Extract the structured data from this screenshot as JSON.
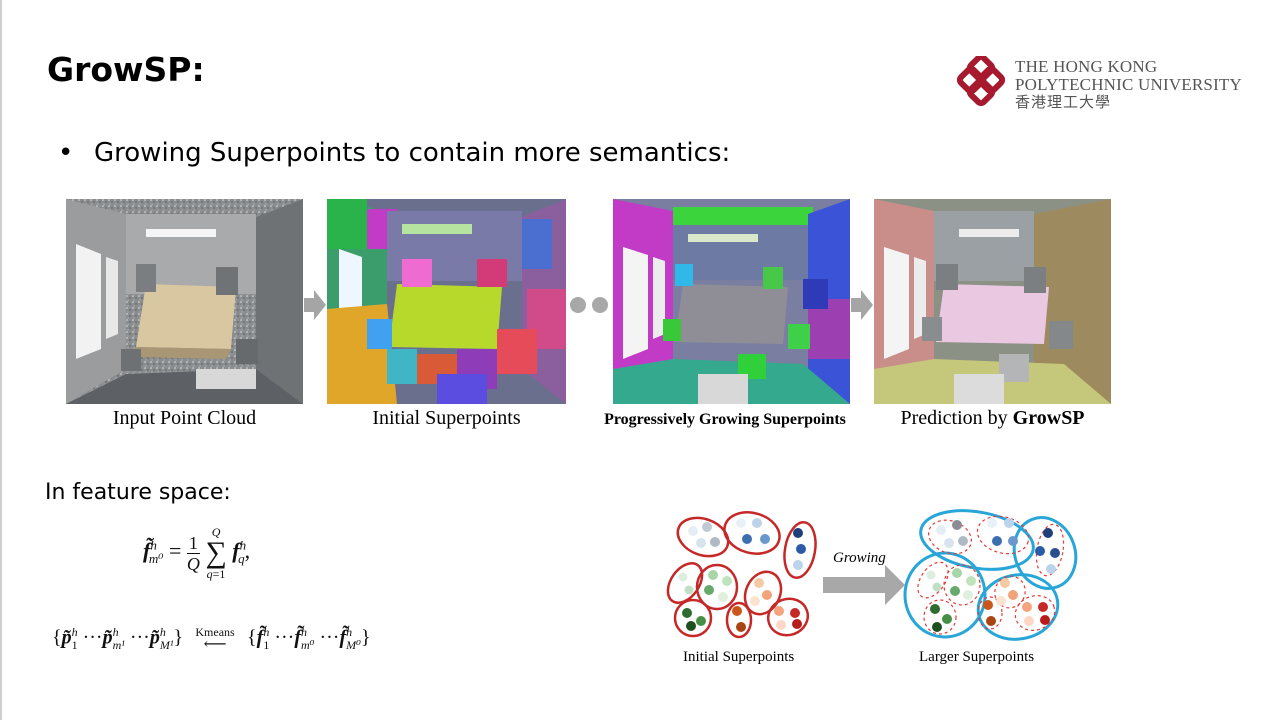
{
  "title": "GrowSP:",
  "logo": {
    "line1": "THE HONG KONG",
    "line2": "POLYTECHNIC UNIVERSITY",
    "line3": "香港理工大學",
    "color": "#a6192e"
  },
  "bullet": {
    "symbol": "•",
    "text": "Growing Superpoints to contain more semantics:"
  },
  "pipeline": {
    "captions": {
      "input": "Input Point Cloud",
      "initial": "Initial Superpoints",
      "progressive": "Progressively Growing Superpoints",
      "prediction_prefix": "Prediction by ",
      "prediction_bold": "GrowSP"
    }
  },
  "feature": {
    "label": "In feature space:",
    "kmeans_label": "Kmeans"
  },
  "diagram": {
    "arrow_label": "Growing",
    "left_label": "Initial Superpoints",
    "right_label": "Larger Superpoints",
    "initial_outline": "#c62828",
    "larger_outline": "#29a6d8"
  }
}
